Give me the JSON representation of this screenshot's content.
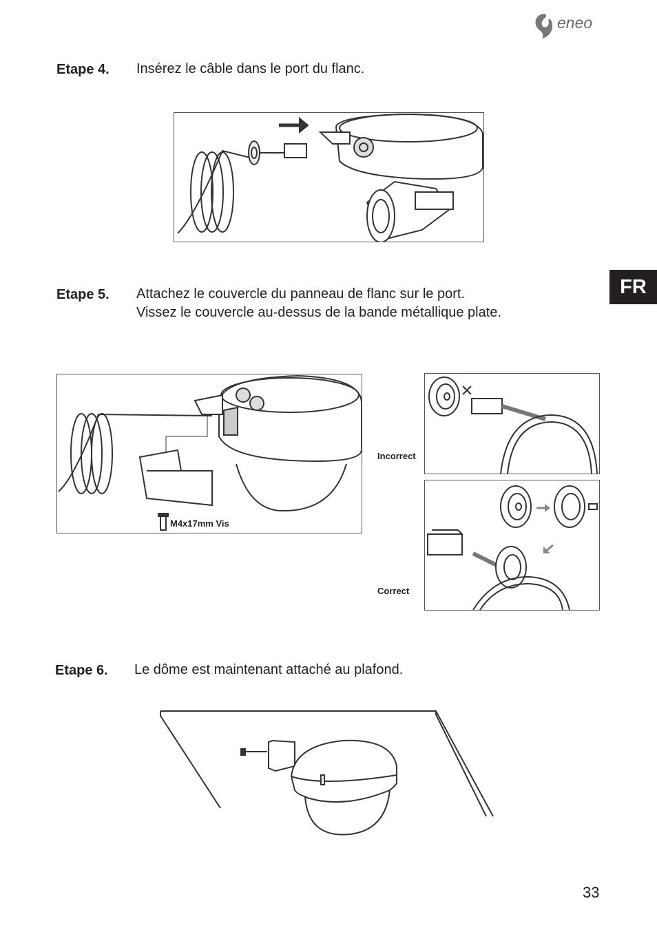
{
  "logo": {
    "text": "eneo",
    "icon": "eneo-logo-icon"
  },
  "language_tab": "FR",
  "steps": [
    {
      "label": "Etape 4.",
      "lines": [
        "Insérez le câble dans le port du flanc."
      ]
    },
    {
      "label": "Etape 5.",
      "lines": [
        "Attachez le couvercle du panneau de flanc sur le port.",
        "Vissez le couvercle au-dessus de la bande métallique plate."
      ]
    },
    {
      "label": "Etape 6.",
      "lines": [
        "Le dôme est maintenant attaché au plafond."
      ]
    }
  ],
  "figure2": {
    "screw_label": "M4x17mm Vis"
  },
  "figure_incorrect": {
    "label": "Incorrect"
  },
  "figure_correct": {
    "label": "Correct"
  },
  "page_number": "33"
}
